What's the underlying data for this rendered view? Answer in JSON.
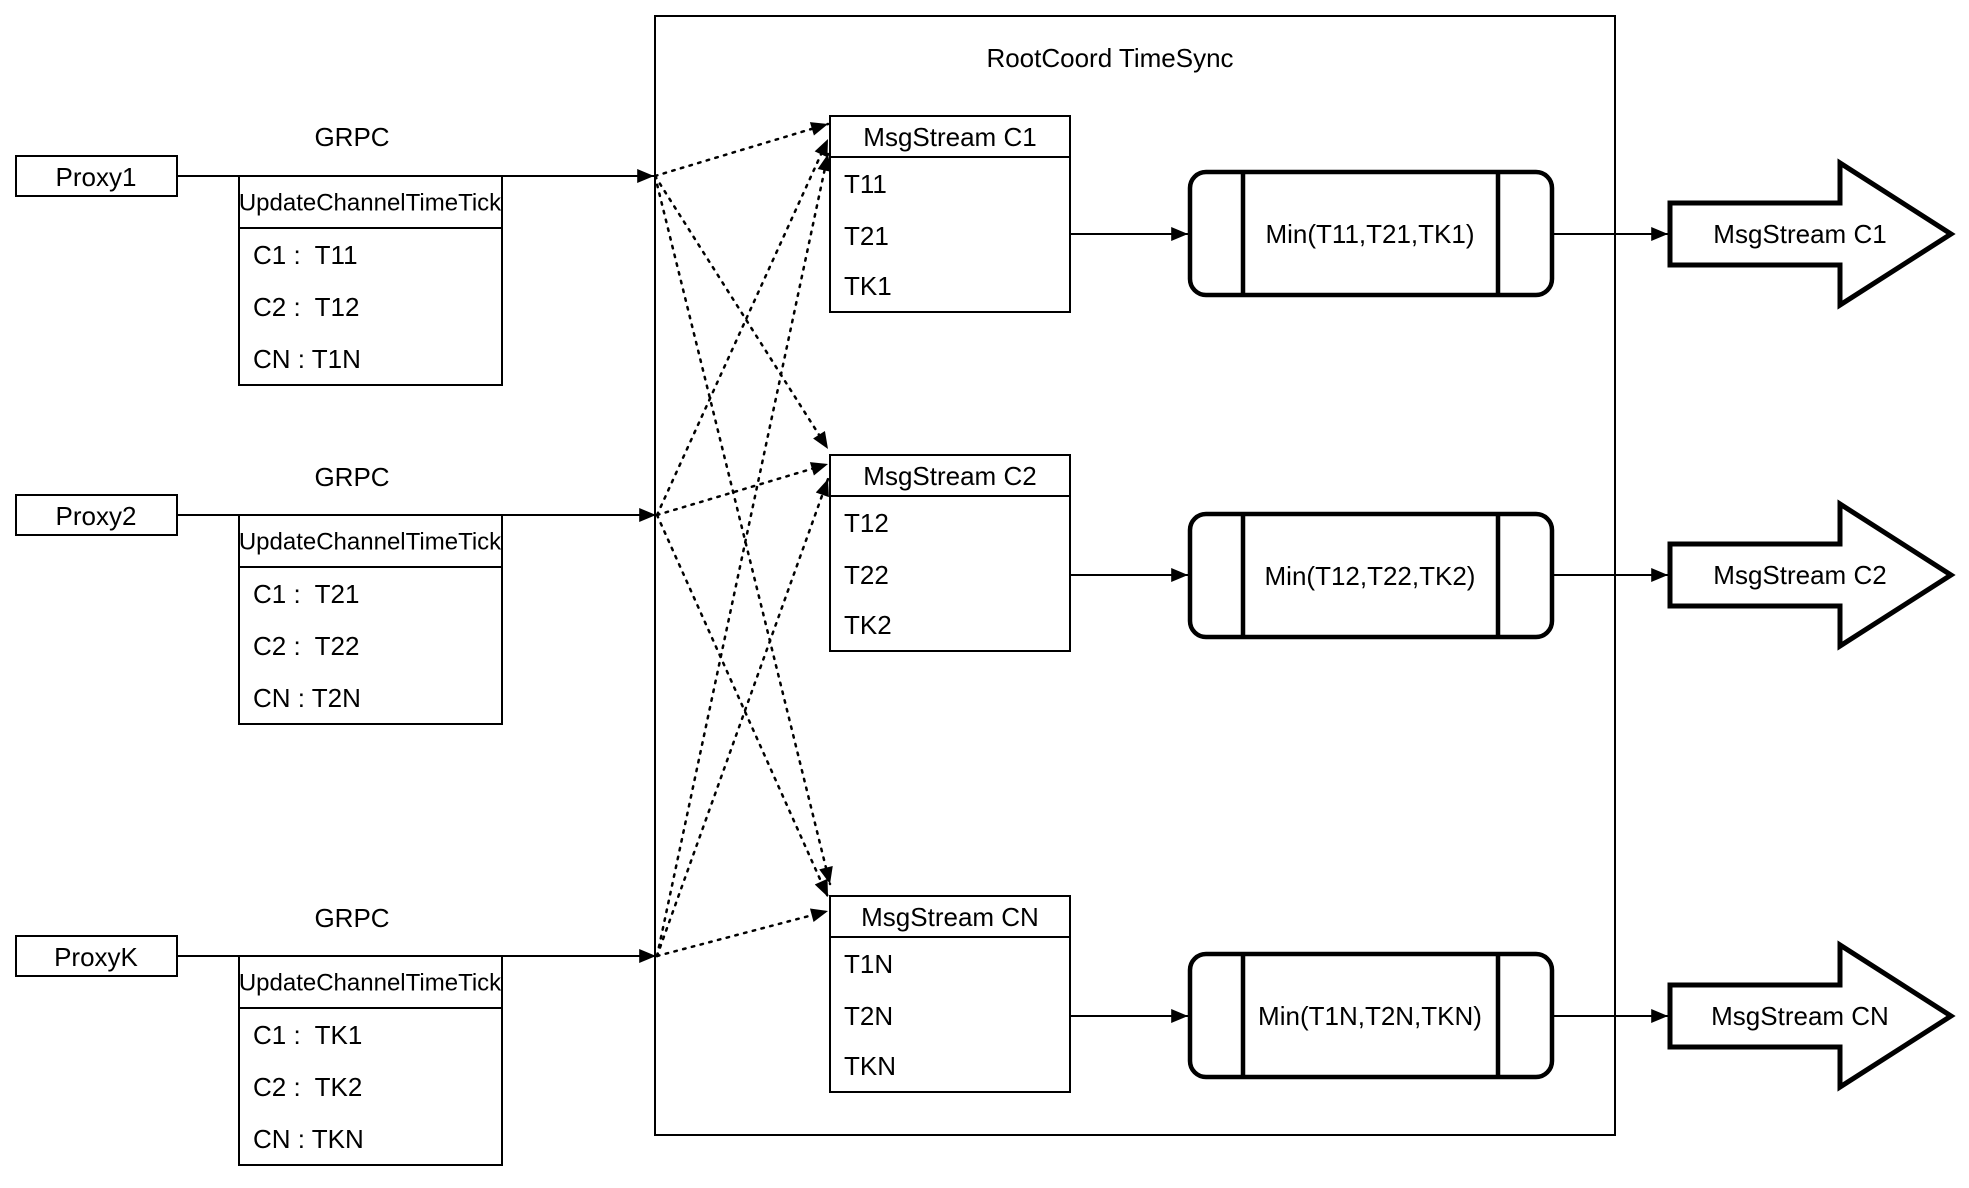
{
  "diagram": {
    "title": "RootCoord TimeSync",
    "grpc_label": "GRPC",
    "colors": {
      "stroke": "#000000",
      "background": "#ffffff"
    },
    "proxies": [
      {
        "name": "Proxy1",
        "request": {
          "title": "UpdateChannelTimeTick",
          "rows": [
            "C1 :  T11",
            "C2 :  T12",
            "CN : T1N"
          ]
        }
      },
      {
        "name": "Proxy2",
        "request": {
          "title": "UpdateChannelTimeTick",
          "rows": [
            "C1 :  T21",
            "C2 :  T22",
            "CN : T2N"
          ]
        }
      },
      {
        "name": "ProxyK",
        "request": {
          "title": "UpdateChannelTimeTick",
          "rows": [
            "C1 :  TK1",
            "C2 :  TK2",
            "CN : TKN"
          ]
        }
      }
    ],
    "streams": [
      {
        "table": {
          "title": "MsgStream C1",
          "rows": [
            "T11",
            "T21",
            "TK1"
          ]
        },
        "min_label": "Min(T11,T21,TK1)",
        "output_label": "MsgStream C1"
      },
      {
        "table": {
          "title": "MsgStream C2",
          "rows": [
            "T12",
            "T22",
            "TK2"
          ]
        },
        "min_label": "Min(T12,T22,TK2)",
        "output_label": "MsgStream C2"
      },
      {
        "table": {
          "title": "MsgStream CN",
          "rows": [
            "T1N",
            "T2N",
            "TKN"
          ]
        },
        "min_label": "Min(T1N,T2N,TKN)",
        "output_label": "MsgStream CN"
      }
    ]
  }
}
